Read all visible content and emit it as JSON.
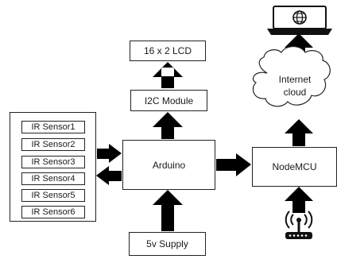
{
  "blocks": {
    "lcd": "16 x 2 LCD",
    "i2c": "I2C Module",
    "arduino": "Arduino",
    "supply": "5v Supply",
    "nodemcu": "NodeMCU",
    "cloud_line1": "Internet",
    "cloud_line2": "cloud"
  },
  "sensors": [
    "IR Sensor1",
    "IR Sensor2",
    "IR Sensor3",
    "IR Sensor4",
    "IR Sensor5",
    "IR Sensor6"
  ],
  "icons": {
    "laptop": "laptop-globe-icon",
    "router": "wifi-router-icon"
  },
  "colors": {
    "arrow": "#000000",
    "border": "#222222",
    "cloud_fill": "#ffffff"
  }
}
